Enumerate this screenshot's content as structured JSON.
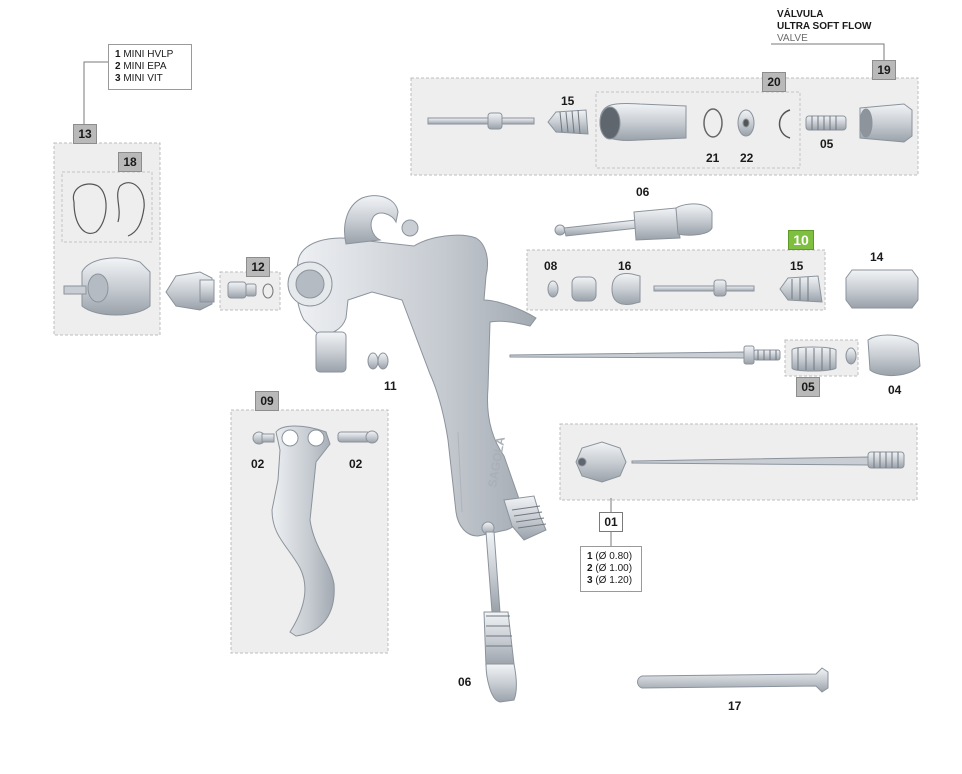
{
  "colors": {
    "part_fill": "#d9dde3",
    "part_stroke": "#8b939c",
    "panel_fill": "#eeeeee",
    "panel_border": "#bdbdbd",
    "tag_fill": "#b9b9b9",
    "highlight": "#7fbf3f"
  },
  "tags": {
    "t13": "13",
    "t18": "18",
    "t12": "12",
    "t20": "20",
    "t19": "19",
    "t10": "10",
    "t09": "09",
    "t05b": "05",
    "t01": "01"
  },
  "labels": {
    "n15a": "15",
    "n21": "21",
    "n22": "22",
    "n05a": "05",
    "n06a": "06",
    "n08": "08",
    "n16": "16",
    "n15b": "15",
    "n14": "14",
    "n11": "11",
    "n04": "04",
    "n02a": "02",
    "n02b": "02",
    "n06b": "06",
    "n17": "17"
  },
  "valve": {
    "line1": "VÁLVULA",
    "line2": "ULTRA SOFT FLOW",
    "line3": "VALVE"
  },
  "cap_options": [
    {
      "n": "1",
      "text": "MINI HVLP"
    },
    {
      "n": "2",
      "text": "MINI EPA"
    },
    {
      "n": "3",
      "text": "MINI VIT"
    }
  ],
  "nozzle_options": [
    {
      "n": "1",
      "text": "(Ø 0.80)"
    },
    {
      "n": "2",
      "text": "(Ø 1.00)"
    },
    {
      "n": "3",
      "text": "(Ø 1.20)"
    }
  ],
  "gun_body_text": "SAGOLA"
}
